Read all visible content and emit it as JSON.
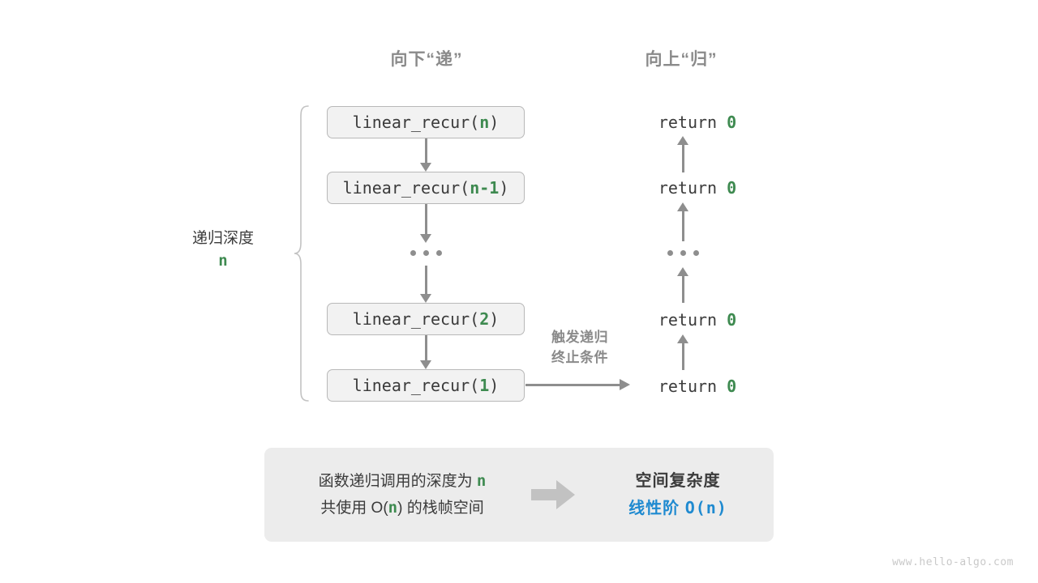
{
  "headers": {
    "down": "向下“递”",
    "up": "向上“归”"
  },
  "depth": {
    "label": "递归深度",
    "value": "n"
  },
  "calls": [
    {
      "fn": "linear_recur(",
      "arg": "n",
      "close": ")"
    },
    {
      "fn": "linear_recur(",
      "arg": "n-1",
      "close": ")"
    },
    {
      "fn": "linear_recur(",
      "arg": "2",
      "close": ")"
    },
    {
      "fn": "linear_recur(",
      "arg": "1",
      "close": ")"
    }
  ],
  "returns": [
    {
      "keyword": "return",
      "value": "0"
    },
    {
      "keyword": "return",
      "value": "0"
    },
    {
      "keyword": "return",
      "value": "0"
    },
    {
      "keyword": "return",
      "value": "0"
    }
  ],
  "ellipsis": "...",
  "trigger_note": {
    "line1": "触发递归",
    "line2": "终止条件"
  },
  "summary": {
    "left_line1_a": "函数递归调用的深度为",
    "left_line1_n": "n",
    "left_line2_a": "共使用",
    "left_line2_b": "O(",
    "left_line2_n": "n",
    "left_line2_c": ")",
    "left_line2_d": "的栈帧空间",
    "right_title": "空间复杂度",
    "right_value_label": "线性阶",
    "right_value_expr": "O(n)"
  },
  "watermark": "www.hello-algo.com",
  "colors": {
    "green": "#3e8a50",
    "blue": "#1f8ad0",
    "gray_text": "#3b3b3b",
    "gray_muted": "#8a8a8a",
    "arrow": "#8e8e8e",
    "box_fill": "#f2f2f2",
    "box_border": "#b8b8b8",
    "panel_fill": "#ececec"
  }
}
